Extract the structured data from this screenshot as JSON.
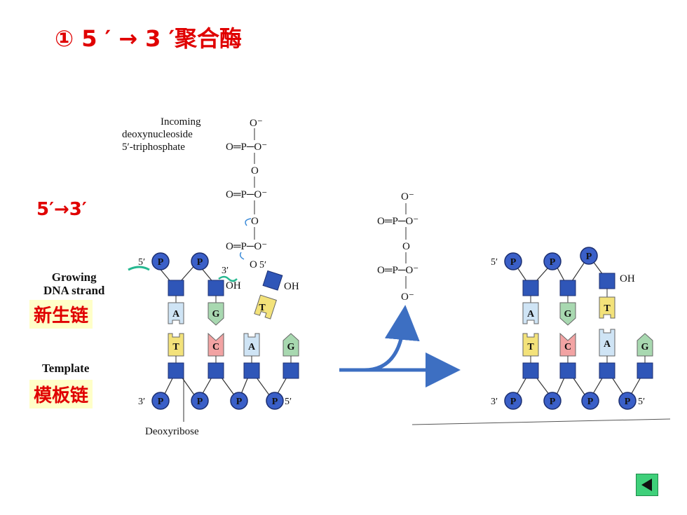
{
  "title": "① 5 ′ → 3 ′聚合酶",
  "labels": {
    "incoming": [
      "Incoming",
      "deoxynucleoside",
      "5′-triphosphate"
    ],
    "growing": [
      "Growing",
      "DNA strand"
    ],
    "template": "Template",
    "deoxyribose": "Deoxyribose",
    "new_strand_cn": "新生链",
    "template_cn": "模板链",
    "direction": "5′→3′"
  },
  "chem": {
    "o_minus": "O⁻",
    "o_eq_p": "O═P─O⁻",
    "o": "O",
    "oh": "OH",
    "p": "P"
  },
  "ends": {
    "five_prime": "5′",
    "three_prime": "3′"
  },
  "bases": {
    "growing": [
      "A",
      "G",
      "T"
    ],
    "template": [
      "T",
      "C",
      "A",
      "G"
    ]
  },
  "colors": {
    "phosphate": "#3a5fc8",
    "sugar": "#2f56b8",
    "A": "#cfe4f5",
    "G": "#a8d8b0",
    "T": "#f3e27a",
    "C": "#f2a3a3",
    "arrow": "#3d6fc2",
    "accent": "#e00000"
  },
  "controls": {
    "back_icon": "back-triangle-icon"
  }
}
